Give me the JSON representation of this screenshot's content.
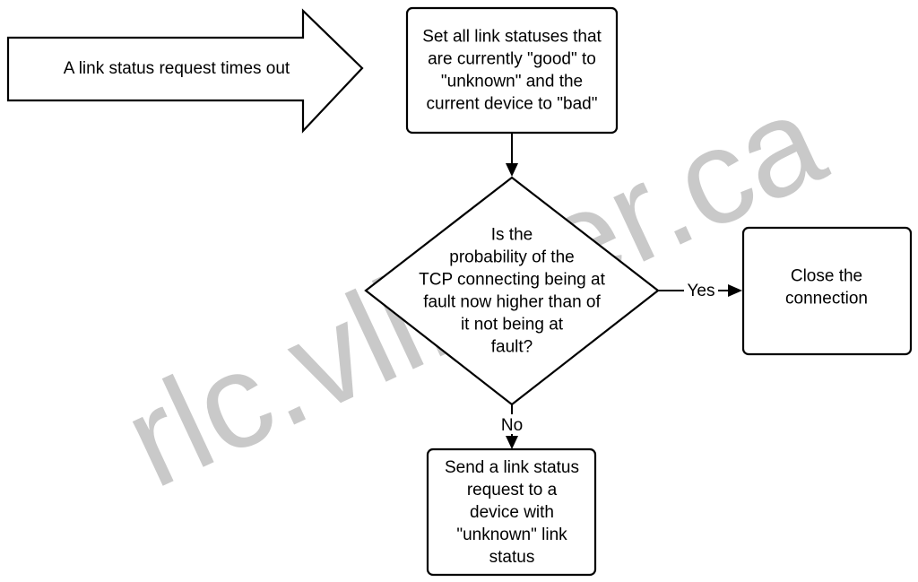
{
  "watermark": "rlc.vlinder.ca",
  "nodes": {
    "trigger": {
      "lines": [
        "A link status request times out"
      ]
    },
    "set_statuses": {
      "lines": [
        "Set all link statuses that",
        "are currently \"good\" to",
        "\"unknown\" and the",
        "current device to \"bad\""
      ]
    },
    "decision": {
      "lines": [
        "Is the",
        "probability of the",
        "TCP connecting being at",
        "fault now higher than of",
        "it not being at",
        "fault?"
      ]
    },
    "close": {
      "lines": [
        "Close the",
        "connection"
      ]
    },
    "send_request": {
      "lines": [
        "Send a link status",
        "request to a",
        "device with",
        "\"unknown\" link",
        "status"
      ]
    }
  },
  "edges": {
    "yes_label": "Yes",
    "no_label": "No"
  }
}
